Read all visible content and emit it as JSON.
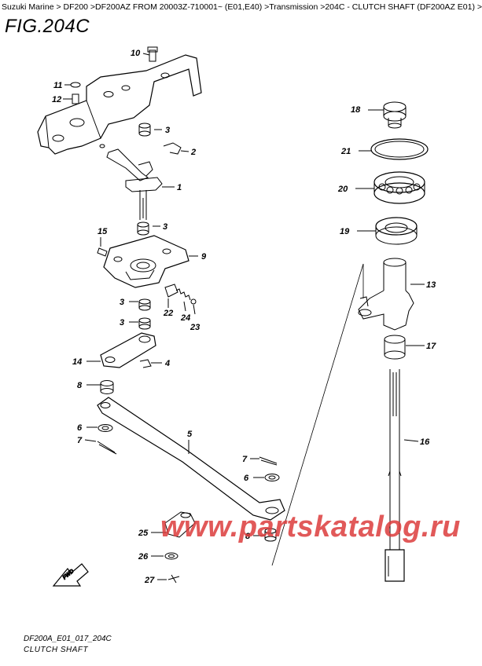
{
  "header": {
    "breadcrumb": "Suzuki Marine > DF200 >DF200AZ FROM 20003Z-710001~ (E01,E40) >Transmission >204C - CLUTCH SHAFT (DF200AZ E01) >",
    "figure_title": "FIG.204C"
  },
  "callouts": [
    "10",
    "11",
    "12",
    "3",
    "2",
    "1",
    "3",
    "15",
    "9",
    "3",
    "22",
    "24",
    "23",
    "3",
    "14",
    "4",
    "8",
    "6",
    "7",
    "5",
    "7",
    "6",
    "25",
    "8",
    "26",
    "27",
    "18",
    "21",
    "20",
    "19",
    "13",
    "17",
    "16"
  ],
  "fwd_label": "FWD",
  "watermark": "www.partskatalog.ru",
  "footer": {
    "code": "DF200A_E01_017_204C",
    "name": "CLUTCH SHAFT"
  },
  "colors": {
    "line": "#000000",
    "watermark": "#dc3c3c",
    "background": "#ffffff"
  }
}
